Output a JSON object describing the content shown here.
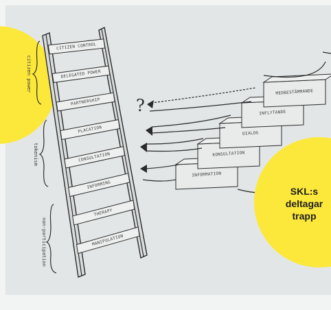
{
  "ladder": {
    "rungs": [
      "CITIZEN CONTROL",
      "DELEGATED POWER",
      "PARTNERSHIP",
      "PLACATION",
      "CONSULTATION",
      "INFORMING",
      "THERAPY",
      "MANIPULATION"
    ],
    "groups": [
      "citizen power",
      "tokenism",
      "non-participation"
    ]
  },
  "stairs": {
    "steps": [
      "INFORMATION",
      "KONSULTATION",
      "DIALOG",
      "INFLYTANDE",
      "MEDBESTÄMMANDE"
    ]
  },
  "question_mark": "?",
  "callout": {
    "lines": [
      "SKL:s",
      "deltagar",
      "trapp"
    ]
  },
  "colors": {
    "background": "#e3e6e6",
    "accent_circle": "#fce83b",
    "ink": "#2a2a2a"
  }
}
